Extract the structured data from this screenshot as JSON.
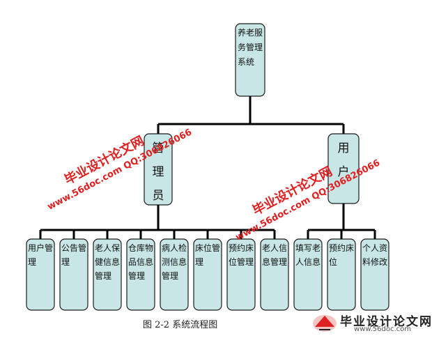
{
  "diagram": {
    "root": {
      "lines": [
        "养老服",
        "务管理",
        "系统"
      ]
    },
    "branches": [
      {
        "lines": [
          "管",
          "理",
          "员"
        ],
        "children": [
          {
            "lines": [
              "用户管",
              "理"
            ]
          },
          {
            "lines": [
              "公告管",
              "理"
            ]
          },
          {
            "lines": [
              "老人保",
              "健信息",
              "管理"
            ]
          },
          {
            "lines": [
              "仓库物",
              "品信息",
              "管理"
            ]
          },
          {
            "lines": [
              "病人检",
              "测信息",
              "管理"
            ]
          },
          {
            "lines": [
              "床位管",
              "理"
            ]
          },
          {
            "lines": [
              "预约床",
              "位管理"
            ]
          },
          {
            "lines": [
              "老人信",
              "息管理"
            ]
          }
        ]
      },
      {
        "lines": [
          "用",
          "户"
        ],
        "children": [
          {
            "lines": [
              "填写老",
              "人信息"
            ]
          },
          {
            "lines": [
              "预约床",
              "位"
            ]
          },
          {
            "lines": [
              "个人资",
              "料修改"
            ]
          }
        ]
      }
    ]
  },
  "caption": "图 2-2 系统流程图",
  "watermarks": [
    {
      "line1": "毕业设计论文网",
      "line2": "www.56doc.com   QQ:306826066"
    },
    {
      "line1": "毕业设计论文网",
      "line2": "www.56doc.com   QQ:306826066"
    }
  ],
  "logo": {
    "text": "毕业设计论文网",
    "url": "www.56doc.com"
  },
  "colors": {
    "node_fill": "#c8e6e6",
    "node_stroke": "#1a1a1a",
    "watermark": "#e02020"
  }
}
